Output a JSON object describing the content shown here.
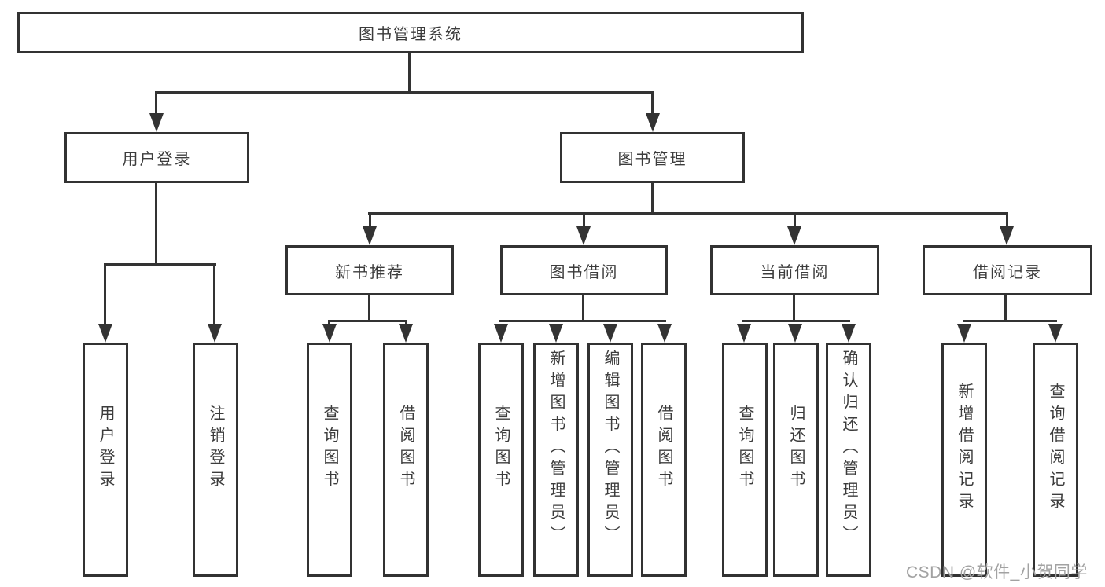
{
  "diagram_type": "hierarchy-tree",
  "colors": {
    "background": "#ffffff",
    "line": "#333333",
    "box_border": "#323232",
    "text": "#3c3c3c",
    "watermark_text": "#a2a2a2"
  },
  "watermark": "CSDN @软件_小贺同学",
  "tree": {
    "label": "图书管理系统",
    "children": [
      {
        "label": "用户登录",
        "children": [
          {
            "label": "用户登录"
          },
          {
            "label": "注销登录"
          }
        ]
      },
      {
        "label": "图书管理",
        "children": [
          {
            "label": "新书推荐",
            "children": [
              {
                "label": "查询图书"
              },
              {
                "label": "借阅图书"
              }
            ]
          },
          {
            "label": "图书借阅",
            "children": [
              {
                "label": "查询图书"
              },
              {
                "label": "新增图书（管理员）"
              },
              {
                "label": "编辑图书（管理员）"
              },
              {
                "label": "借阅图书"
              }
            ]
          },
          {
            "label": "当前借阅",
            "children": [
              {
                "label": "查询图书"
              },
              {
                "label": "归还图书"
              },
              {
                "label": "确认归还（管理员）"
              }
            ]
          },
          {
            "label": "借阅记录",
            "children": [
              {
                "label": "新增借阅记录"
              },
              {
                "label": "查询借阅记录"
              }
            ]
          }
        ]
      }
    ]
  }
}
